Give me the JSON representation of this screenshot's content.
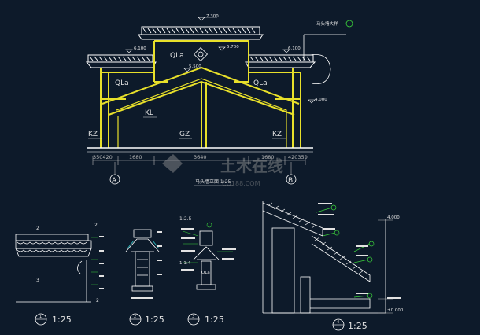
{
  "colors": {
    "background": "#0d1a2a",
    "structure": "#e8e02a",
    "line": "#ffffff",
    "accent": "#2cc4c8",
    "label": "#e2e2e2",
    "marker": "#3bd23b",
    "dim": "#b8b8b8"
  },
  "elevation": {
    "top_level": "7.300",
    "mid_level_left": "6.100",
    "mid_level_center": "5.700",
    "mid_level_right": "6.100",
    "ridge_level": "5.500",
    "side_level": "4.000",
    "note_top_right": "马头墙大样",
    "labels": {
      "qla_top": "QLa",
      "qla_left": "QLa",
      "qla_right": "QLa",
      "kl": "KL",
      "kz_left": "KZ",
      "gz": "GZ",
      "kz_right": "KZ"
    },
    "dims": {
      "left_outer": "350420",
      "left_span": "1680",
      "center_span": "3640",
      "right_span": "1680",
      "right_outer": "420350"
    },
    "axes": {
      "left": "A",
      "right": "B"
    },
    "title": "马头墙立面  1:25"
  },
  "details": [
    {
      "num": "1",
      "scale": "1:25"
    },
    {
      "num": "2",
      "scale": "1:25"
    },
    {
      "num": "3",
      "scale": "1:25"
    },
    {
      "num": "4",
      "scale": "1:25"
    }
  ],
  "detail_notes": {
    "d1_a": "2",
    "d1_b": "3",
    "d1_c": "2",
    "d1_d": "2",
    "d3_a": "1:2.5",
    "d3_b": "1:1:4",
    "d3_c": "QLa",
    "d4_a": "4.000",
    "d4_b": "±0.000"
  },
  "watermark": {
    "text": "土木在线",
    "sub": "CO188.COM"
  }
}
